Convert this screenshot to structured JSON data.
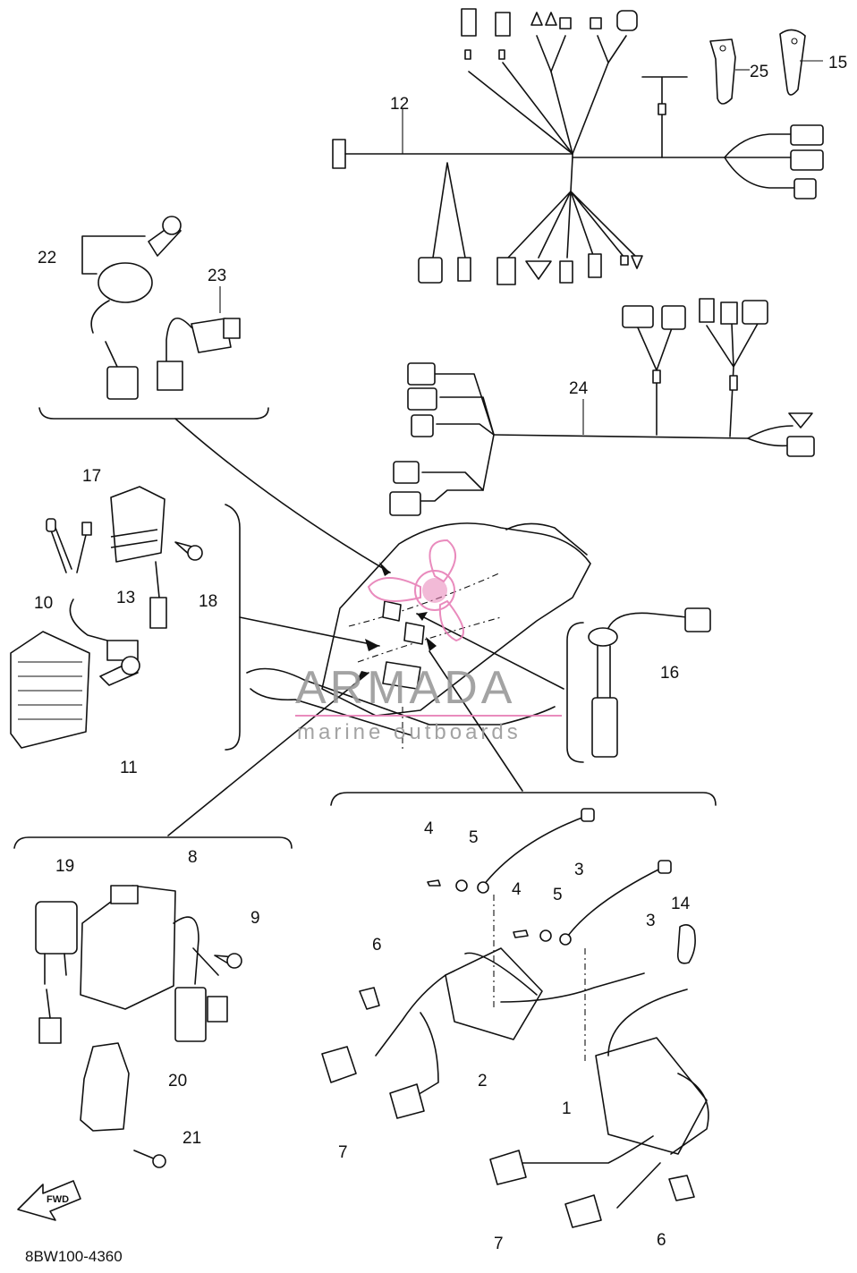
{
  "diagram_code": "8BW100-4360",
  "forward_marker": "FWD",
  "watermark": {
    "brand": "ARMADA",
    "tagline": "marine outboards",
    "accent_color": "#e77fb6"
  },
  "callouts": [
    "1",
    "2",
    "3",
    "3",
    "4",
    "4",
    "5",
    "5",
    "6",
    "6",
    "7",
    "7",
    "8",
    "9",
    "10",
    "11",
    "12",
    "13",
    "14",
    "15",
    "16",
    "17",
    "18",
    "19",
    "20",
    "21",
    "22",
    "23",
    "24",
    "25"
  ]
}
